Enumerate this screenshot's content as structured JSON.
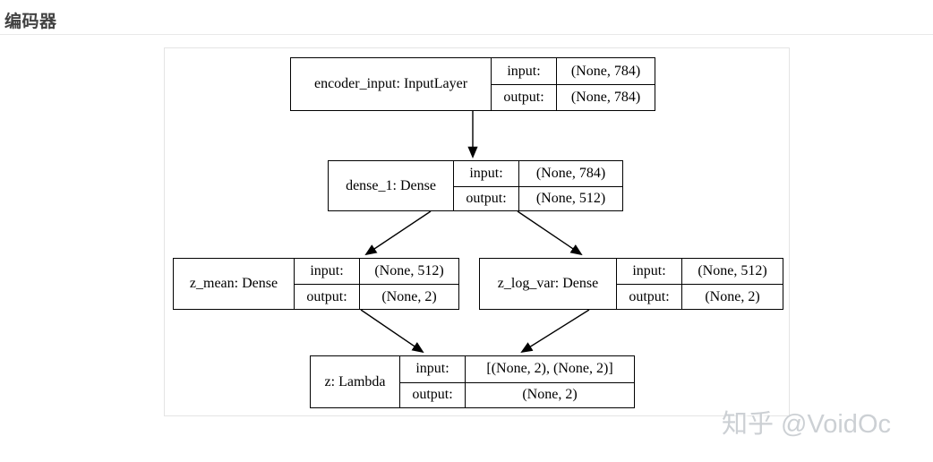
{
  "header": {
    "title": "编码器"
  },
  "watermark": {
    "text": "知乎 @VoidOc"
  },
  "diagram": {
    "io_labels": {
      "input": "input:",
      "output": "output:"
    },
    "nodes": [
      {
        "id": "encoder_input",
        "title": "encoder_input: InputLayer",
        "input_shape": "(None, 784)",
        "output_shape": "(None, 784)"
      },
      {
        "id": "dense_1",
        "title": "dense_1: Dense",
        "input_shape": "(None, 784)",
        "output_shape": "(None, 512)"
      },
      {
        "id": "z_mean",
        "title": "z_mean: Dense",
        "input_shape": "(None, 512)",
        "output_shape": "(None, 2)"
      },
      {
        "id": "z_log_var",
        "title": "z_log_var: Dense",
        "input_shape": "(None, 512)",
        "output_shape": "(None, 2)"
      },
      {
        "id": "z",
        "title": "z: Lambda",
        "input_shape": "[(None, 2), (None, 2)]",
        "output_shape": "(None, 2)"
      }
    ],
    "edges": [
      {
        "from": "encoder_input",
        "to": "dense_1"
      },
      {
        "from": "dense_1",
        "to": "z_mean"
      },
      {
        "from": "dense_1",
        "to": "z_log_var"
      },
      {
        "from": "z_mean",
        "to": "z"
      },
      {
        "from": "z_log_var",
        "to": "z"
      }
    ],
    "colors": {
      "node_border": "#000000",
      "node_text": "#000000",
      "panel_border": "#e4e4e4",
      "separator": "#e9e9e9",
      "title_text": "#424242",
      "watermark_text": "#ccd0d4"
    }
  }
}
